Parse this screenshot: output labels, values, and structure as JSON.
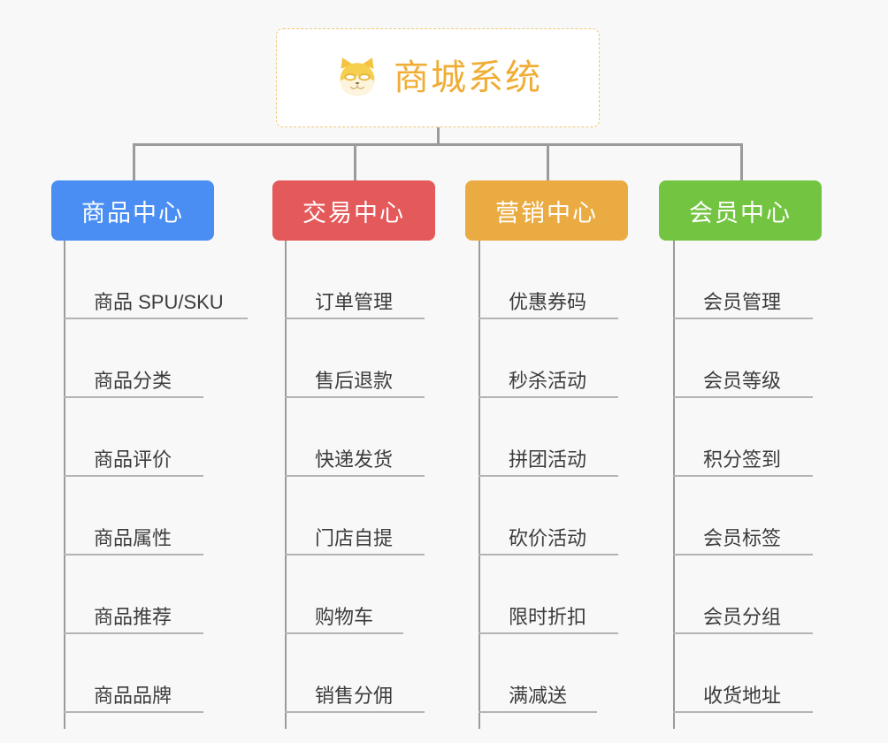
{
  "diagram": {
    "type": "org-tree",
    "background_color": "#f8f8f8",
    "root": {
      "title": "商城系统",
      "icon": "shiba-dog-icon",
      "text_color": "#f0ad36",
      "border_color": "#efc77a",
      "background_color": "#ffffff"
    },
    "branches": [
      {
        "label": "商品中心",
        "color": "#4a8ef4",
        "items": [
          "商品 SPU/SKU",
          "商品分类",
          "商品评价",
          "商品属性",
          "商品推荐",
          "商品品牌"
        ]
      },
      {
        "label": "交易中心",
        "color": "#e4595a",
        "items": [
          "订单管理",
          "售后退款",
          "快递发货",
          "门店自提",
          "购物车",
          "销售分佣"
        ]
      },
      {
        "label": "营销中心",
        "color": "#eaac42",
        "items": [
          "优惠券码",
          "秒杀活动",
          "拼团活动",
          "砍价活动",
          "限时折扣",
          "满减送"
        ]
      },
      {
        "label": "会员中心",
        "color": "#73c441",
        "items": [
          "会员管理",
          "会员等级",
          "积分签到",
          "会员标签",
          "会员分组",
          "收货地址"
        ]
      }
    ],
    "connector_color": "#9b9b9b",
    "rule_color": "#b4b4b4"
  }
}
